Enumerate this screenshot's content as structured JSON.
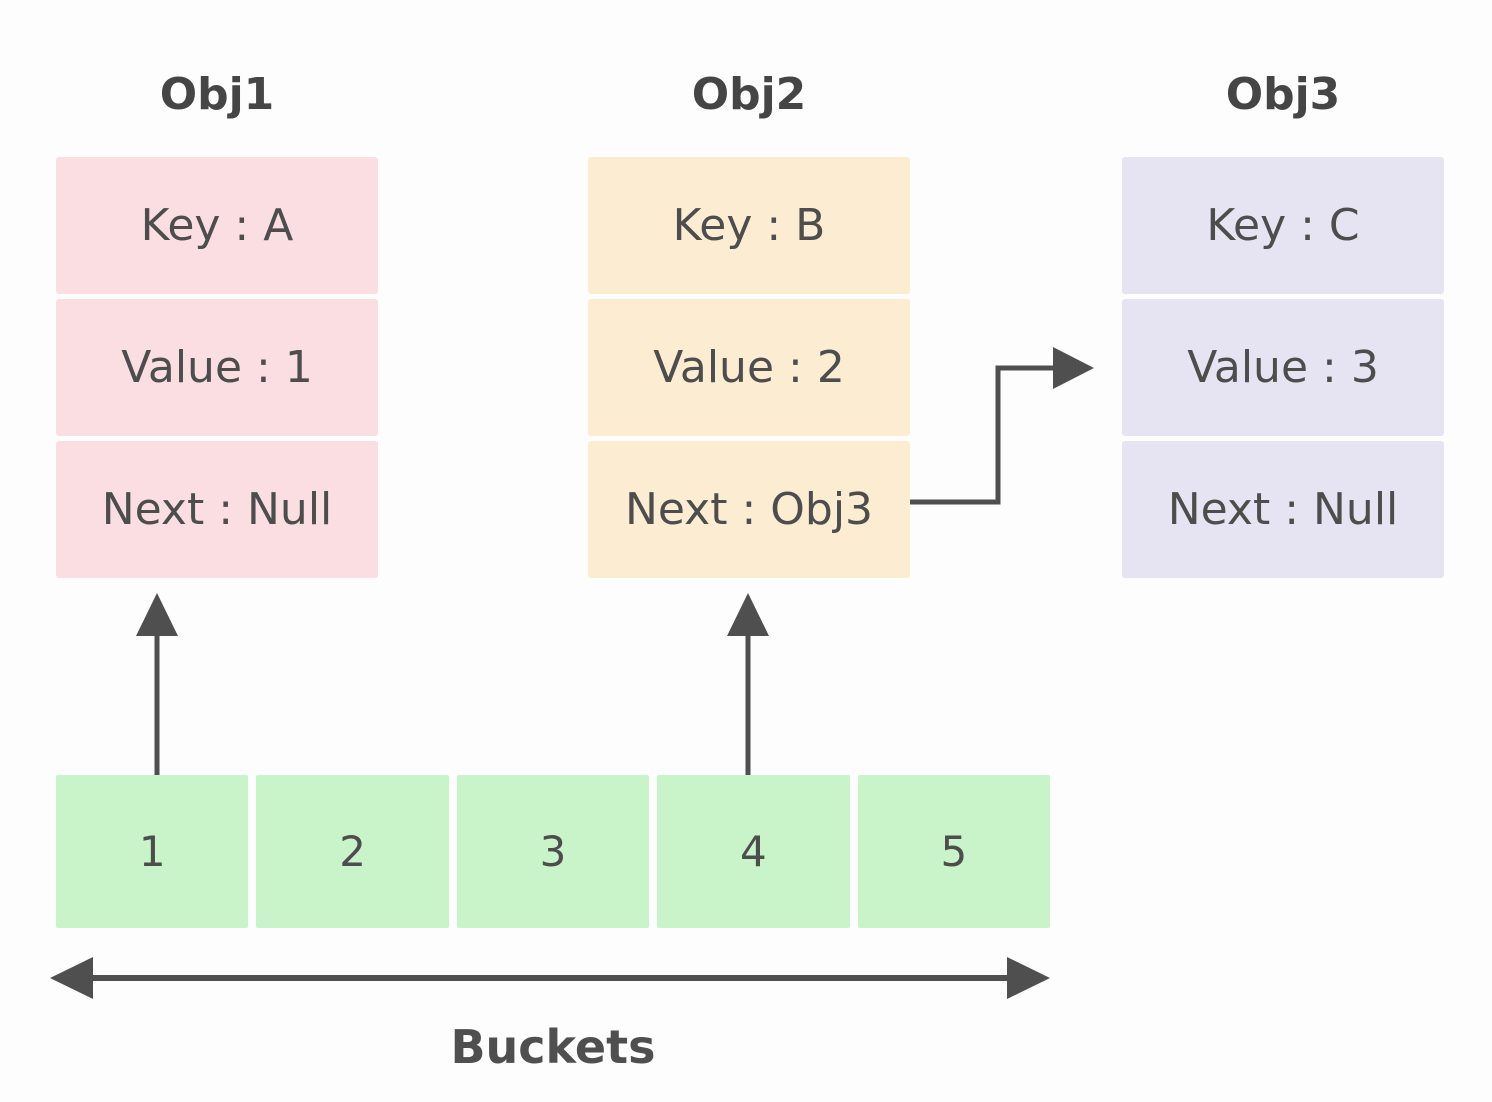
{
  "diagram": {
    "title": "",
    "background_color": "#fdfdfd",
    "text_color": "#4d4d4d",
    "arrow_color": "#4f4f4f"
  },
  "objects": [
    {
      "title": "Obj1",
      "color": "#fadee2",
      "cells": [
        "Key : A",
        "Value : 1",
        "Next : Null"
      ]
    },
    {
      "title": "Obj2",
      "color": "#fcedd2",
      "cells": [
        "Key : B",
        "Value : 2",
        "Next : Obj3"
      ]
    },
    {
      "title": "Obj3",
      "color": "#e6e4f2",
      "cells": [
        "Key : C",
        "Value : 3",
        "Next : Null"
      ]
    }
  ],
  "buckets": {
    "label": "Buckets",
    "color": "#c9f3c9",
    "items": [
      "1",
      "2",
      "3",
      "4",
      "5"
    ]
  },
  "relations": [
    {
      "name": "bucket-1-points-to-obj1",
      "from": "bucket 1",
      "to": "Obj1"
    },
    {
      "name": "bucket-4-points-to-obj2",
      "from": "bucket 4",
      "to": "Obj2"
    },
    {
      "name": "obj2-next-points-to-obj3",
      "from": "Obj2 Next",
      "to": "Obj3"
    },
    {
      "name": "buckets-span",
      "from": "bucket 1",
      "to": "bucket 5"
    }
  ]
}
